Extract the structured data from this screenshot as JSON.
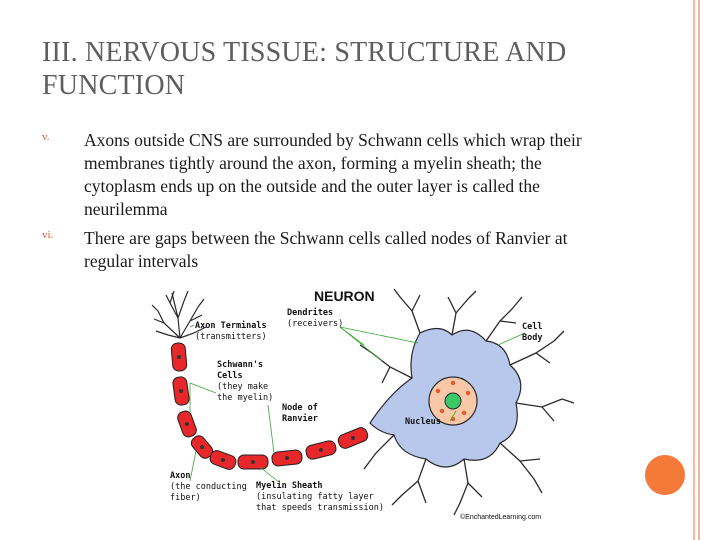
{
  "slide": {
    "title": "III. NERVOUS TISSUE: STRUCTURE AND FUNCTION",
    "bullets": [
      {
        "marker": "v.",
        "text": "Axons outside CNS are surrounded by Schwann cells which wrap their membranes tightly around the axon, forming a myelin sheath; the cytoplasm ends up on the outside and the outer layer is called the neurilemma"
      },
      {
        "marker": "vi.",
        "text": "There are gaps between the Schwann cells called nodes of Ranvier at regular intervals"
      }
    ]
  },
  "diagram": {
    "heading": "NEURON",
    "labels": {
      "dendrites": "Dendrites",
      "dendrites_sub": "(receivers)",
      "axon_terminals": "Axon Terminals",
      "axon_terminals_sub": "(transmitters)",
      "schwann_1": "Schwann's",
      "schwann_2": "Cells",
      "schwann_sub1": "(they make",
      "schwann_sub2": "the myelin)",
      "node_1": "Node of",
      "node_2": "Ranvier",
      "cell_body_1": "Cell",
      "cell_body_2": "Body",
      "nucleus": "Nucleus",
      "axon": "Axon",
      "axon_sub1": "(the conducting",
      "axon_sub2": "fiber)",
      "myelin": "Myelin Sheath",
      "myelin_sub1": "(insulating fatty layer",
      "myelin_sub2": "that speeds transmission)",
      "copyright": "©EnchantedLearning.com"
    },
    "colors": {
      "myelin": "#e8272a",
      "neuron_body": "#b8c8ec",
      "nucleus": "#f8c8a8",
      "nucleolus": "#3cc864",
      "label_line": "#33aa33"
    }
  }
}
